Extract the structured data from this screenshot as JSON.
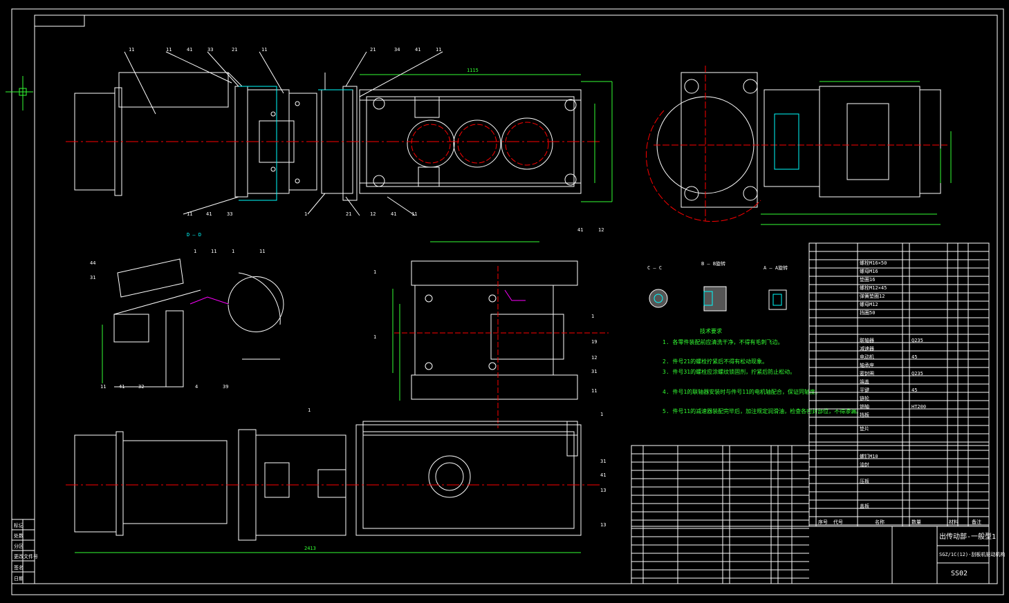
{
  "drawing": {
    "title_line1": "出传动部-一般型1",
    "title_line2": "SGZ/1C(12)-刮板机驱动机构",
    "drawing_number": "SS02",
    "overall_length_dim": "2413",
    "top_width_dim": "1115",
    "section_labels": {
      "view_d": "D — D",
      "section_c": "C — C",
      "section_b": "B — B旋转",
      "section_a": "A — A旋转"
    },
    "tech_requirements": {
      "heading": "技术要求",
      "items": [
        "1. 各零件装配前应清洗干净，不得有毛刺飞边。",
        "2. 件号21的螺栓拧紧后不得有松动现象。",
        "3. 件号31的螺栓应涂螺纹锁固剂，拧紧后防止松动。",
        "4. 件号1的联轴器安装时与件号11的电机轴配合，保证同轴度。",
        "5. 件号11的减速器装配完毕后，加注规定润滑油，检查各密封部位，不得渗漏。"
      ]
    },
    "part_numbers": {
      "top": [
        "11",
        "11",
        "41",
        "33",
        "21",
        "11",
        "21",
        "34",
        "41",
        "11"
      ],
      "top_bottom": [
        "11",
        "41",
        "33",
        "1",
        "21",
        "12",
        "41",
        "11"
      ],
      "detail": [
        "44",
        "31",
        "1",
        "11",
        "1",
        "11",
        "11",
        "41",
        "32",
        "4",
        "39"
      ],
      "bottom": [
        "1",
        "41",
        "12",
        "1",
        "1",
        "1",
        "19",
        "12",
        "31",
        "11",
        "1",
        "31",
        "41",
        "13",
        "13"
      ]
    },
    "title_block": {
      "header": [
        "序号",
        "代号",
        "名称",
        "数量",
        "材料",
        "备注"
      ],
      "bom_items": [
        "螺栓M16×50",
        "螺母M16",
        "垫圈16",
        "螺栓M12×45",
        "弹簧垫圈12",
        "螺母M12",
        "挡圈50",
        "联轴器",
        "减速器",
        "电动机",
        "轴承座",
        "密封圈",
        "端盖",
        "平键",
        "链轮",
        "销轴",
        "挡板",
        "垫片",
        "螺钉M10",
        "油封",
        "压板",
        "盖板"
      ],
      "materials": [
        "Q235",
        "45",
        "Q235",
        "45",
        "HT200"
      ]
    },
    "side_strip": [
      "标记",
      "处数",
      "分区",
      "更改文件号",
      "签名",
      "日期"
    ]
  }
}
